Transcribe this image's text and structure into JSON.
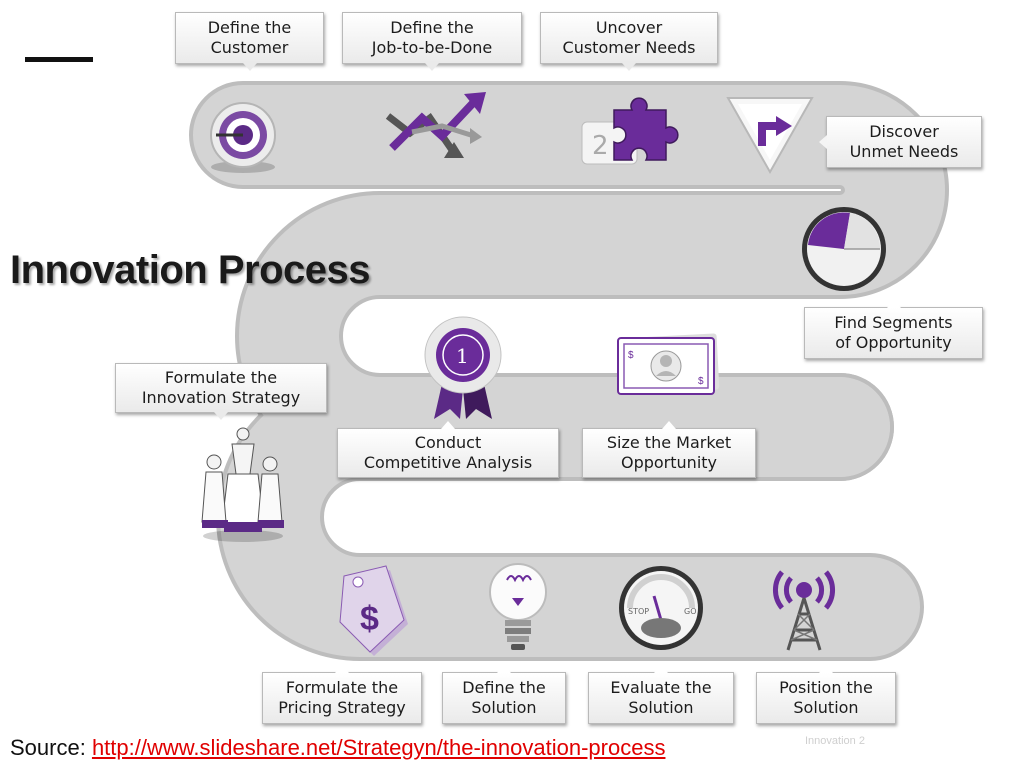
{
  "slide": {
    "title": "Innovation Process",
    "source_label": "Source: ",
    "source_link": "http://www.slideshare.net/Strategyn/the-innovation-process",
    "faint_footer": "Innovation   2"
  },
  "steps": [
    {
      "label": "Define the\nCustomer",
      "icon": "target-icon"
    },
    {
      "label": "Define the\nJob-to-be-Done",
      "icon": "trend-arrows-icon"
    },
    {
      "label": "Uncover\nCustomer Needs",
      "icon": "puzzle-icon"
    },
    {
      "label": "Discover\nUnmet Needs",
      "icon": "direction-sign-icon"
    },
    {
      "label": "Find Segments\nof Opportunity",
      "icon": "pie-chart-icon"
    },
    {
      "label": "Size the Market\nOpportunity",
      "icon": "banknote-icon"
    },
    {
      "label": "Conduct\nCompetitive Analysis",
      "icon": "first-place-ribbon-icon"
    },
    {
      "label": "Formulate the\nInnovation Strategy",
      "icon": "chess-pieces-icon"
    },
    {
      "label": "Formulate the\nPricing Strategy",
      "icon": "price-tag-icon"
    },
    {
      "label": "Define the\nSolution",
      "icon": "light-bulb-icon"
    },
    {
      "label": "Evaluate the\nSolution",
      "icon": "gauge-icon"
    },
    {
      "label": "Position the\nSolution",
      "icon": "broadcast-tower-icon"
    }
  ],
  "colors": {
    "accent": "#5b2a86",
    "road": "#d0d0d0",
    "link": "#e00000"
  }
}
